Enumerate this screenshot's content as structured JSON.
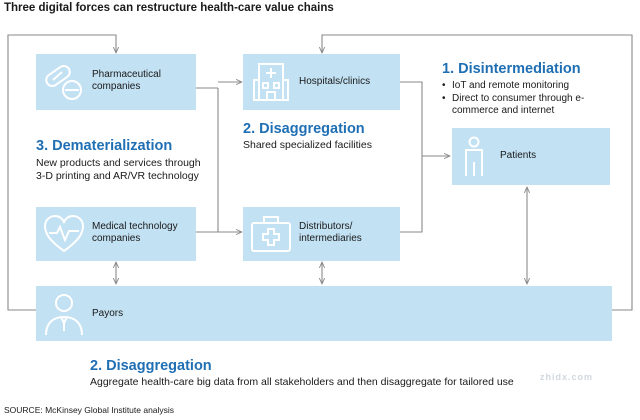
{
  "title": "Three digital forces can restructure health-care value chains",
  "boxes": {
    "pharma": "Pharmaceutical companies",
    "hospitals": "Hospitals/clinics",
    "patients": "Patients",
    "medtech": "Medical technology companies",
    "distributors": "Distributors/ intermediaries",
    "payors": "Payors"
  },
  "forces": {
    "disintermediation": {
      "heading": "1. Disintermediation",
      "bullets": [
        "IoT and remote monitoring",
        "Direct to consumer through e-commerce and internet"
      ]
    },
    "disaggregation_top": {
      "heading": "2. Disaggregation",
      "text": "Shared specialized facilities"
    },
    "dematerialization": {
      "heading": "3. Dematerialization",
      "text": "New products and services through 3-D printing and AR/VR technology"
    },
    "disaggregation_bottom": {
      "heading": "2. Disaggregation",
      "text": "Aggregate health-care big data from all stakeholders and then disaggregate for tailored use"
    }
  },
  "source": "SOURCE: McKinsey Global Institute analysis",
  "watermark": "zhidx.com",
  "colors": {
    "box": "#c2e1f3",
    "heading": "#1f6fb4",
    "line": "#8a8a8a"
  },
  "icons": [
    "pills-icon",
    "hospital-icon",
    "patient-icon",
    "heart-monitor-icon",
    "first-aid-kit-icon",
    "payor-person-icon"
  ]
}
